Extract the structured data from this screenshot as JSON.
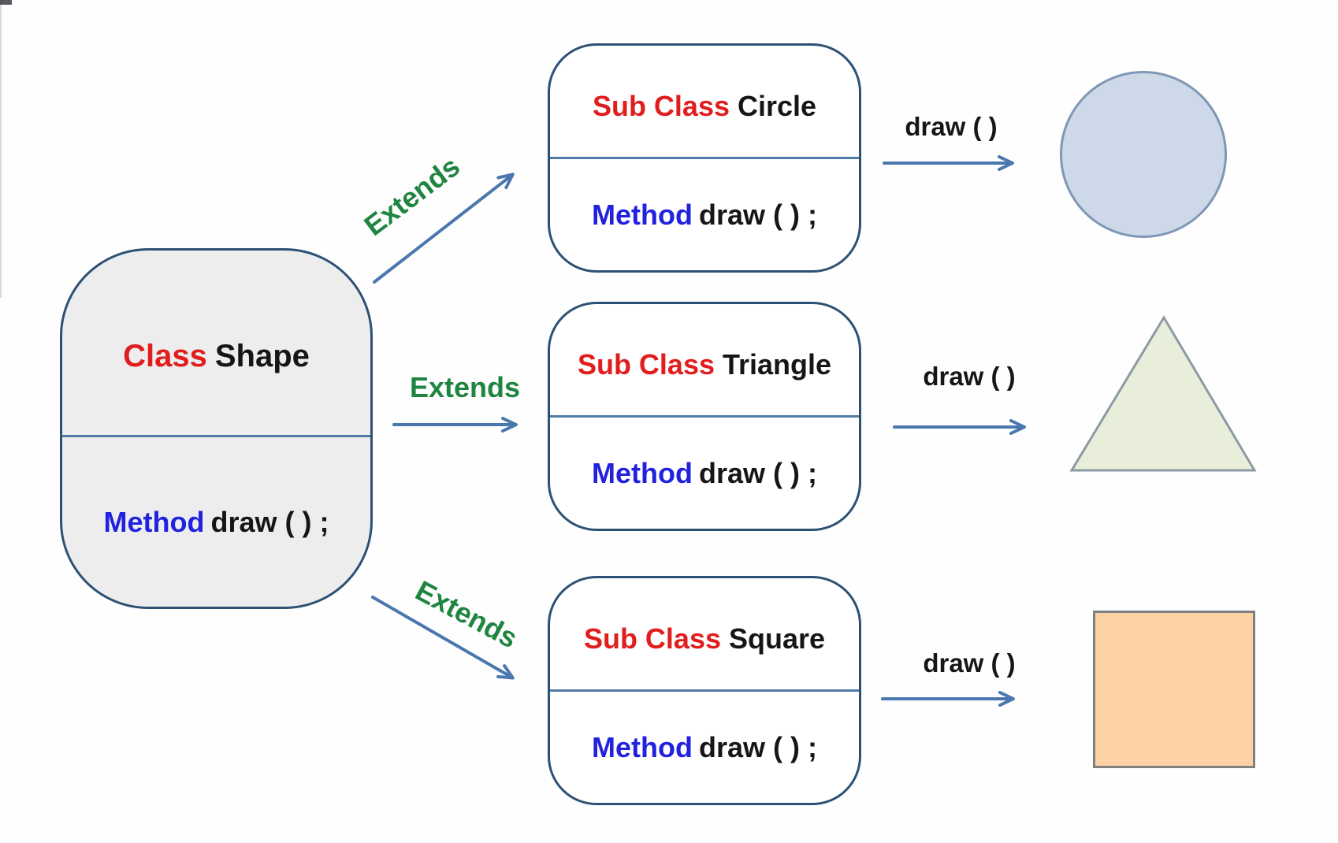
{
  "colors": {
    "keyword_red": "#e11d1d",
    "text_black": "#161616",
    "method_blue": "#2121e0",
    "extends_green": "#1e8540",
    "arrow_blue": "#4a77ad",
    "box_border": "#2d5174",
    "divider_blue": "#527aa8",
    "base_fill": "#ededee",
    "sub_fill": "#ffffff",
    "circle_fill": "#cdd9e9",
    "circle_border": "#7f97b5",
    "triangle_fill": "#e9eeda",
    "triangle_border": "#8d99a4",
    "square_fill": "#fcd1a4",
    "square_border": "#7f7f7f"
  },
  "base_class": {
    "keyword": "Class",
    "name": "Shape",
    "method_keyword": "Method",
    "method_body": "draw ( ) ;"
  },
  "subclasses": [
    {
      "relation_label": "Extends",
      "keyword": "Sub Class",
      "name": "Circle",
      "method_keyword": "Method",
      "method_body": "draw ( ) ;",
      "call_label": "draw ( )",
      "output_shape": "circle"
    },
    {
      "relation_label": "Extends",
      "keyword": "Sub Class",
      "name": "Triangle",
      "method_keyword": "Method",
      "method_body": "draw ( ) ;",
      "call_label": "draw ( )",
      "output_shape": "triangle"
    },
    {
      "relation_label": "Extends",
      "keyword": "Sub Class",
      "name": "Square",
      "method_keyword": "Method",
      "method_body": "draw ( ) ;",
      "call_label": "draw ( )",
      "output_shape": "square"
    }
  ]
}
